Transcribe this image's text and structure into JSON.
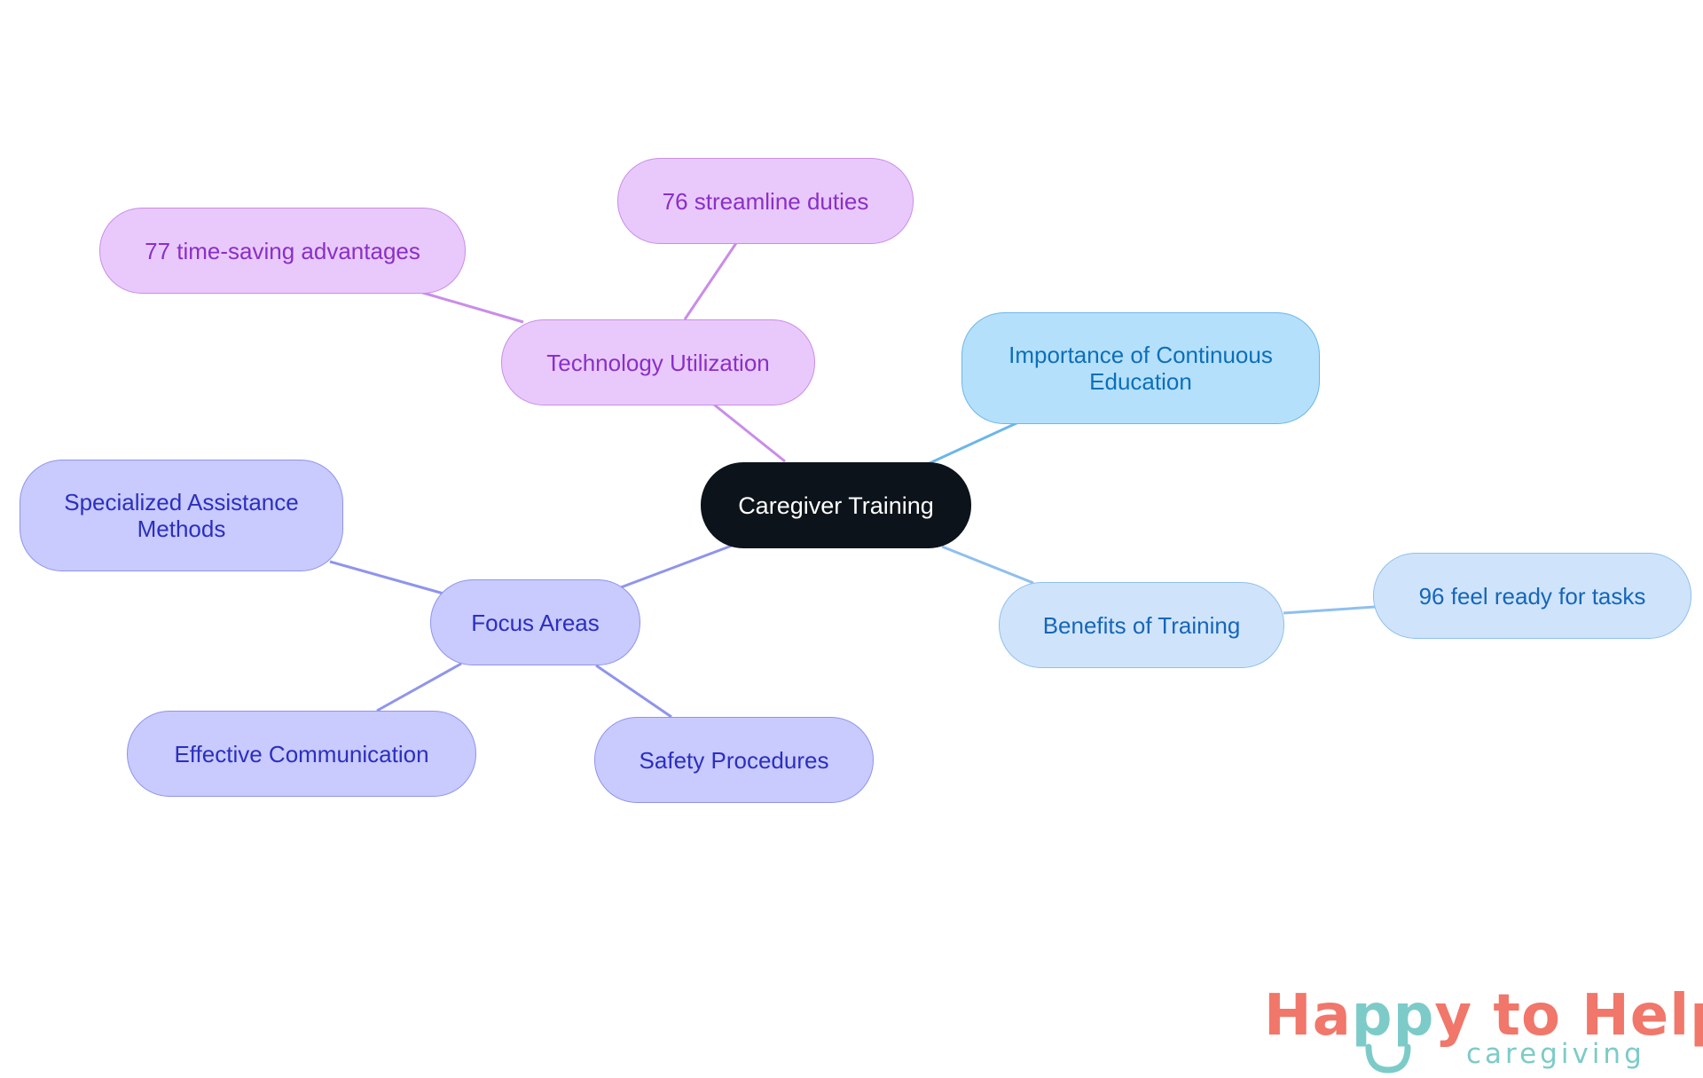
{
  "diagram": {
    "root": {
      "label": "Caregiver Training"
    },
    "branches": {
      "technology": {
        "label": "Technology Utilization",
        "children": [
          "77 time-saving advantages",
          "76 streamline duties"
        ]
      },
      "education": {
        "label": "Importance of Continuous Education"
      },
      "benefits": {
        "label": "Benefits of Training",
        "children": [
          "96 feel ready for tasks"
        ]
      },
      "focus": {
        "label": "Focus Areas",
        "children": [
          "Specialized Assistance Methods",
          "Effective Communication",
          "Safety Procedures"
        ]
      }
    }
  },
  "logo": {
    "brand_left": "Ha",
    "brand_pp": "pp",
    "brand_right": "y to Help",
    "tagline": "caregiving"
  },
  "colors": {
    "root_fill": "#0d131b",
    "purple_fill": "#e9c9fc",
    "purple_border": "#c98de8",
    "purple_text": "#8a2fc7",
    "blue_fill": "#b5e0fc",
    "blue_border": "#6bb6ea",
    "blue_text": "#0d6fb8",
    "lightblue_fill": "#cfe4fb",
    "lightblue_border": "#8fbfef",
    "lightblue_text": "#1666b8",
    "indigo_fill": "#c9cafd",
    "indigo_border": "#8f94ec",
    "indigo_text": "#2b2fbf",
    "logo_coral": "#f0776a",
    "logo_teal": "#7ccbc9"
  }
}
